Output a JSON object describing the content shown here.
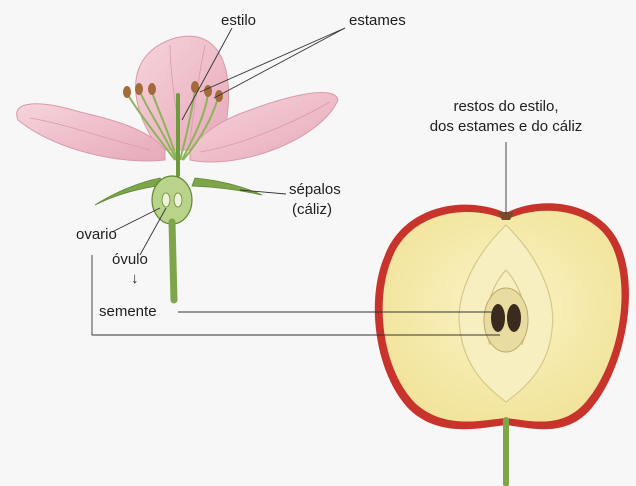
{
  "diagram": {
    "labels": {
      "estilo": "estilo",
      "estames": "estames",
      "restos_line1": "restos do estilo,",
      "restos_line2": "dos estames e do cáliz",
      "sepalos_line1": "sépalos",
      "sepalos_line2": "(cáliz)",
      "ovario": "ovario",
      "ovulo": "óvulo",
      "arrow": "↓",
      "semente": "semente"
    },
    "colors": {
      "petal": "#f1c3cf",
      "petal_vein": "#d99aaa",
      "stem": "#7fa54a",
      "apple_skin": "#c8332c",
      "apple_flesh": "#f4eaa8",
      "seed": "#3b2a1e",
      "leader_line": "#333333"
    }
  }
}
